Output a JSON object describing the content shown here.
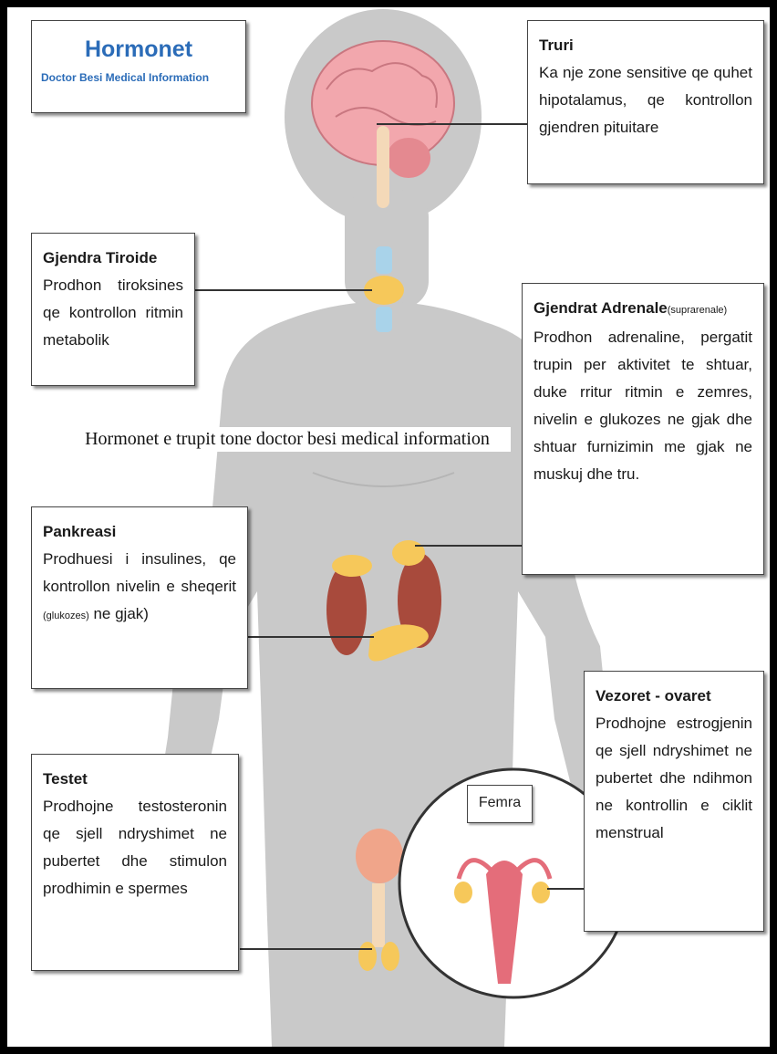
{
  "header": {
    "title": "Hormonet",
    "subtitle": "Doctor Besi Medical Information"
  },
  "caption": "Hormonet e trupit tone doctor besi medical information",
  "callouts": {
    "truri": {
      "title": "Truri",
      "body": "Ka nje zone sensitive qe quhet hipotalamus, qe kontrollon gjendren pituitare"
    },
    "tiroide": {
      "title": "Gjendra Tiroide",
      "body": "Prodhon tiroksines qe kontrollon ritmin metabolik"
    },
    "adrenale": {
      "title": "Gjendrat Adrenale",
      "title_suffix": "(suprarenale)",
      "body": "Prodhon adrenaline, pergatit trupin per aktivitet te shtuar, duke rritur ritmin e zemres, nivelin e glukozes ne gjak dhe shtuar furnizimin me gjak ne muskuj dhe tru."
    },
    "pankreasi": {
      "title": "Pankreasi",
      "body_start": "Prodhuesi i insulines, qe kontrollon nivelin e sheqerit ",
      "body_small": "(glukozes)",
      "body_end": " ne gjak)"
    },
    "testet": {
      "title": "Testet",
      "body": "Prodhojne testosteronin qe sjell ndryshimet ne pubertet dhe stimulon prodhimin e spermes"
    },
    "vezoret": {
      "title": "Vezoret - ovaret",
      "body": "Prodhojne estrogjenin qe sjell ndryshimet ne pubertet dhe ndihmon ne kontrollin e ciklit menstrual"
    }
  },
  "inset": {
    "label": "Femra"
  },
  "colors": {
    "body_silhouette": "#c9c9c9",
    "brain": "#f2a7ad",
    "gland_yellow": "#f6c85a",
    "thyroid_blue": "#a9d3ea",
    "kidney": "#a84a3c",
    "uterus": "#e46d7a",
    "title_blue": "#2b6cb8",
    "frame": "#000000"
  }
}
